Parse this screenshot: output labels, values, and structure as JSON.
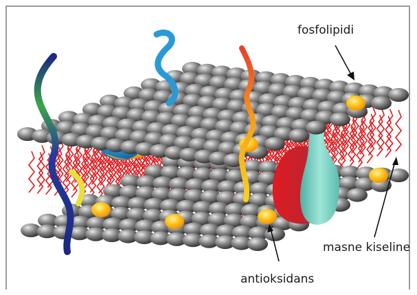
{
  "labels": {
    "fosfolipidi": "fosfolipidi",
    "masne_kiseline": "masne kiseline",
    "antioksidans": "antioksidans"
  },
  "colors": {
    "frame": "#9a9a9a",
    "sphere_dark": "#3a3a3a",
    "sphere_light": "#d8d8d8",
    "fatty_acid": "#e0181c",
    "antioxidant": "#ffb400",
    "protein_teal": "#7ed3c6",
    "protein_blue": "#2a8fc9",
    "protein_red": "#d6202a",
    "chain_blue": "#2aa0d8",
    "chain_navy": "#22308c",
    "chain_orange": "#f5821f"
  }
}
